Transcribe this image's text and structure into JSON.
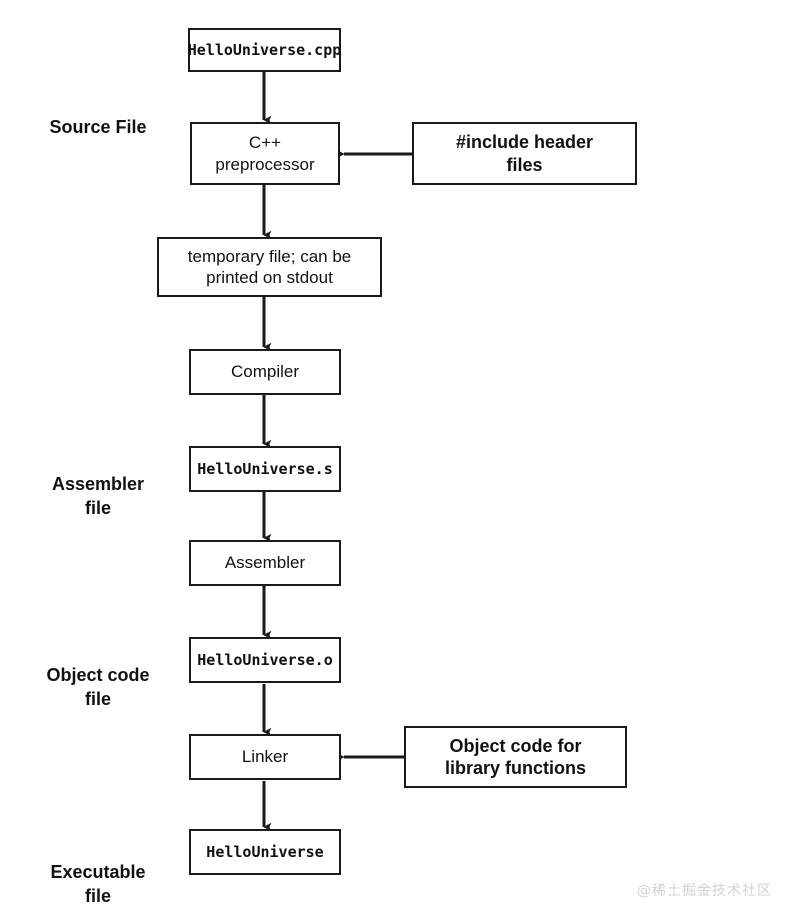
{
  "diagram": {
    "title": "C++ compilation pipeline",
    "watermark": "@稀土掘金技术社区",
    "colors": {
      "background": "#ffffff",
      "box_border": "#1a1a1a",
      "text": "#111111",
      "arrow": "#1a1a1a",
      "watermark": "#d2d2d2"
    },
    "stage_labels": [
      {
        "name": "source-file",
        "text": "Source File"
      },
      {
        "name": "assembler-file",
        "text": "Assembler\nfile"
      },
      {
        "name": "object-code-file",
        "text": "Object code\nfile"
      },
      {
        "name": "executable-file",
        "text": "Executable\nfile"
      }
    ],
    "nodes": [
      {
        "name": "node-source-cpp",
        "text": "HelloUniverse.cpp",
        "style": "mono"
      },
      {
        "name": "node-preprocessor",
        "text": "C++\npreprocessor",
        "style": "sans"
      },
      {
        "name": "node-include-headers",
        "text": "#include header\nfiles",
        "style": "bold"
      },
      {
        "name": "node-temporary-file",
        "text": "temporary file; can be\nprinted on stdout",
        "style": "sans"
      },
      {
        "name": "node-compiler",
        "text": "Compiler",
        "style": "sans"
      },
      {
        "name": "node-assembly-file",
        "text": "HelloUniverse.s",
        "style": "mono"
      },
      {
        "name": "node-assembler",
        "text": "Assembler",
        "style": "sans"
      },
      {
        "name": "node-object-file",
        "text": "HelloUniverse.o",
        "style": "mono"
      },
      {
        "name": "node-linker",
        "text": "Linker",
        "style": "sans"
      },
      {
        "name": "node-library-object-code",
        "text": "Object code for\nlibrary functions",
        "style": "bold"
      },
      {
        "name": "node-executable",
        "text": "HelloUniverse",
        "style": "mono"
      }
    ],
    "edges": [
      {
        "name": "edge-source-to-preprocessor",
        "direction": "down"
      },
      {
        "name": "edge-headers-to-preprocessor",
        "direction": "left"
      },
      {
        "name": "edge-preprocessor-to-temp",
        "direction": "down"
      },
      {
        "name": "edge-temp-to-compiler",
        "direction": "down"
      },
      {
        "name": "edge-compiler-to-assembly",
        "direction": "down"
      },
      {
        "name": "edge-assembly-to-assembler",
        "direction": "down"
      },
      {
        "name": "edge-assembler-to-object",
        "direction": "down"
      },
      {
        "name": "edge-object-to-linker",
        "direction": "down"
      },
      {
        "name": "edge-library-to-linker",
        "direction": "left"
      },
      {
        "name": "edge-linker-to-executable",
        "direction": "down"
      }
    ]
  }
}
